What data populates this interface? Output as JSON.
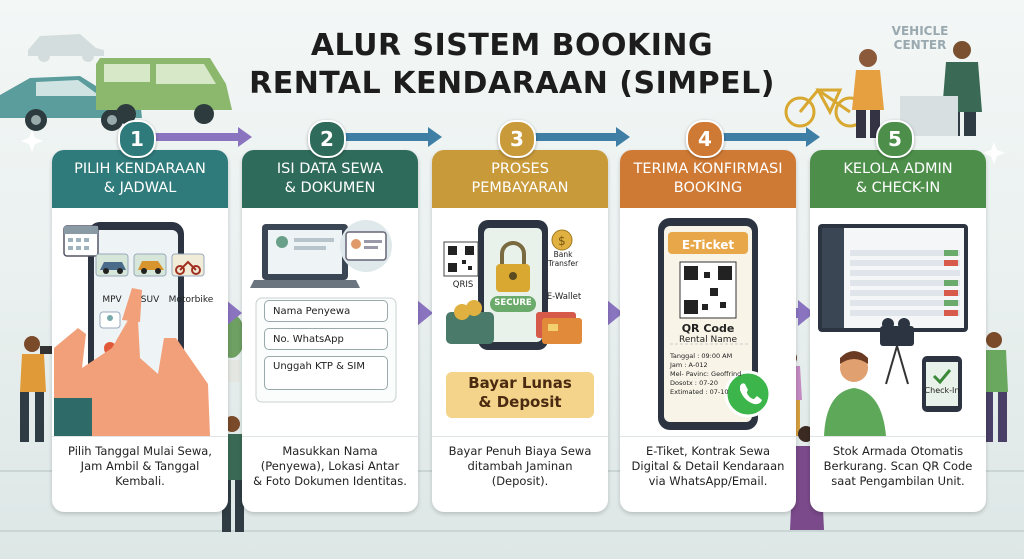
{
  "title": {
    "line1": "ALUR SISTEM BOOKING",
    "line2": "RENTAL KENDARAAN (SIMPEL)"
  },
  "sign": {
    "line1": "VEHICLE",
    "line2": "CENTER"
  },
  "colors": {
    "teal": "#2f7a7a",
    "dark_green": "#2f6b5a",
    "gold": "#c99a3a",
    "orange": "#cf7a34",
    "green": "#4d8f4a",
    "arrow": "#8a74c0"
  },
  "steps": [
    {
      "number": "1",
      "title_line1": "PILIH KENDARAAN",
      "title_line2": "& JADWAL",
      "vehicles": [
        "MPV",
        "SUV",
        "Motorbike"
      ],
      "desc_line1": "Pilih Tanggal Mulai Sewa,",
      "desc_line2": "Jam Ambil & Tanggal",
      "desc_line3": "Kembali."
    },
    {
      "number": "2",
      "title_line1": "ISI DATA SEWA",
      "title_line2": "& DOKUMEN",
      "fields": [
        "Nama Penyewa",
        "No. WhatsApp",
        "Unggah KTP & SIM"
      ],
      "desc_line1": "Masukkan Nama",
      "desc_line2": "(Penyewa), Lokasi Antar",
      "desc_line3": "& Foto Dokumen Identitas."
    },
    {
      "number": "3",
      "title_line1": "PROSES",
      "title_line2": "PEMBAYARAN",
      "pay_labels": {
        "qris": "QRIS",
        "secure": "SECURE",
        "bank": "Bank Transfer",
        "ewallet": "E-Wallet"
      },
      "banner_line1": "Bayar Lunas",
      "banner_line2": "& Deposit",
      "desc_line1": "Bayar Penuh Biaya Sewa",
      "desc_line2": "ditambah Jaminan",
      "desc_line3": "(Deposit)."
    },
    {
      "number": "4",
      "title_line1": "TERIMA KONFIRMASI",
      "title_line2": "BOOKING",
      "ticket": {
        "header": "E-Ticket",
        "qr_label": "QR Code",
        "rental_name": "Rental Name",
        "rows": [
          "Tanggal : 09:00 AM",
          "Jam : A-012",
          "Mel- Pavinc: Geoffrind",
          "Dosotx : 07-20",
          "Extimated : 07-10"
        ]
      },
      "desc_line1": "E-Tiket, Kontrak Sewa",
      "desc_line2": "Digital & Detail Kendaraan",
      "desc_line3": "via WhatsApp/Email."
    },
    {
      "number": "5",
      "title_line1": "KELOLA ADMIN",
      "title_line2": "& CHECK-IN",
      "checkin_label": "Check-In",
      "desc_line1": "Stok Armada Otomatis",
      "desc_line2": "Berkurang. Scan QR Code",
      "desc_line3": "saat Pengambilan Unit."
    }
  ]
}
